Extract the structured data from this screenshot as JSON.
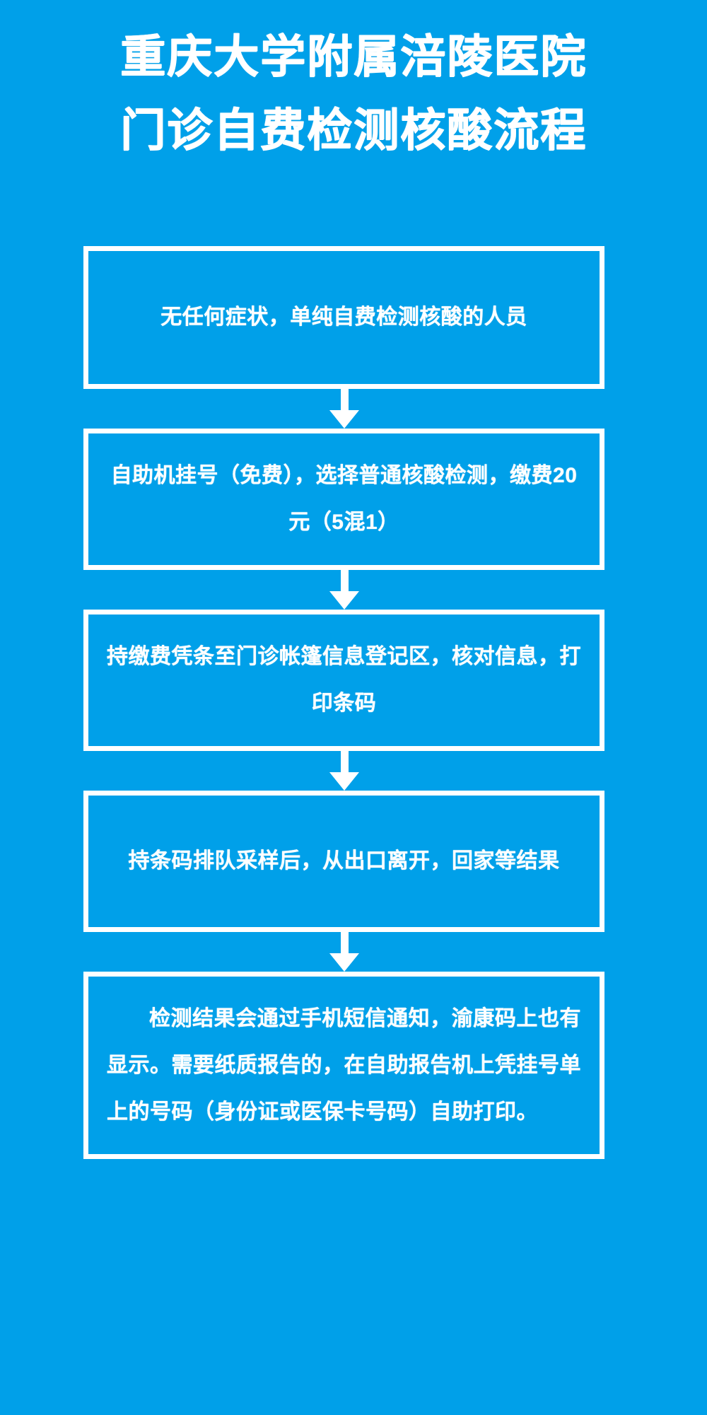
{
  "theme": {
    "background_color": "#00a0e9",
    "foreground_color": "#ffffff"
  },
  "header": {
    "title_line_1": "重庆大学附属涪陵医院",
    "title_line_2": "门诊自费检测核酸流程"
  },
  "flow": {
    "steps": [
      {
        "id": "step-1",
        "text": "无任何症状，单纯自费检测核酸的人员"
      },
      {
        "id": "step-2",
        "text": "自助机挂号（免费），选择普通核酸检测，缴费20元（5混1）"
      },
      {
        "id": "step-3",
        "text": "持缴费凭条至门诊帐篷信息登记区，核对信息，打印条码"
      },
      {
        "id": "step-4",
        "text": "持条码排队采样后，从出口离开，回家等结果"
      },
      {
        "id": "step-5",
        "text": "检测结果会通过手机短信通知，渝康码上也有显示。需要纸质报告的，在自助报告机上凭挂号单上的号码（身份证或医保卡号码）自助打印。"
      }
    ],
    "connector_icon": "arrow-down-icon"
  }
}
